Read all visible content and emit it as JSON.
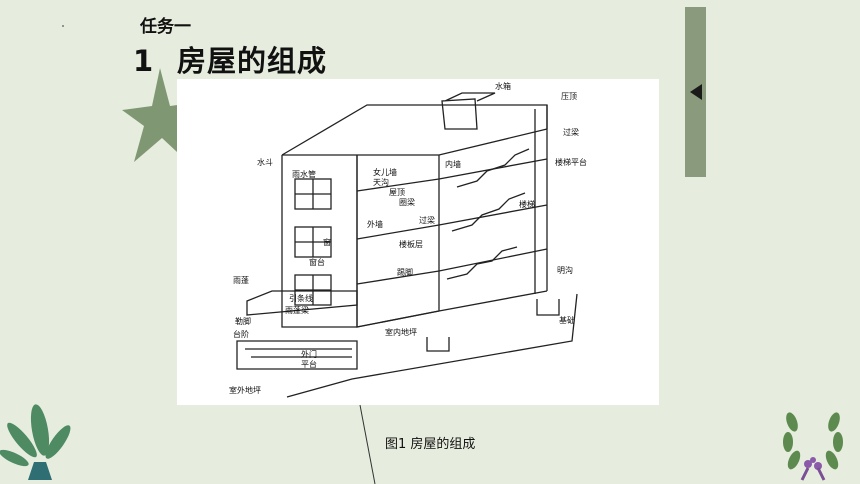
{
  "slide": {
    "task_label": "任务一",
    "heading_number": "1",
    "heading_text": "房屋的组成",
    "caption": "图1 房屋的组成"
  },
  "diagram_labels": {
    "shuixiang": "水箱",
    "yading": "压顶",
    "guoliang_top": "过梁",
    "neiqiang": "内墙",
    "louti_pingtai": "楼梯平台",
    "shuidou": "水斗",
    "yushuiguan": "雨水管",
    "nverqiang": "女儿墙",
    "tiangou": "天沟",
    "wuding": "屋顶",
    "quanliang": "圈梁",
    "louti": "楼梯",
    "waiqiang": "外墙",
    "guoliang": "过梁",
    "chuang": "窗",
    "loubanceng": "楼板层",
    "chuangtai": "窗台",
    "tajiao": "踢脚",
    "minggou": "明沟",
    "yupeng": "雨蓬",
    "yintiaoxian": "引条线",
    "yupengliang": "雨蓬梁",
    "qinjiao": "勒脚",
    "taijie": "台阶",
    "shinei_diping": "室内地坪",
    "jichu": "基础",
    "waimen": "外门",
    "pingtai": "平台",
    "shiwai_diping": "室外地坪"
  },
  "colors": {
    "background": "#e6edde",
    "accent_panel": "#8a9a7d",
    "star": "#7f9873"
  },
  "icons": {
    "star": "star-icon",
    "nav": "triangle-left-icon",
    "plant_left": "leaf-plant-icon",
    "wreath_right": "wreath-icon"
  }
}
